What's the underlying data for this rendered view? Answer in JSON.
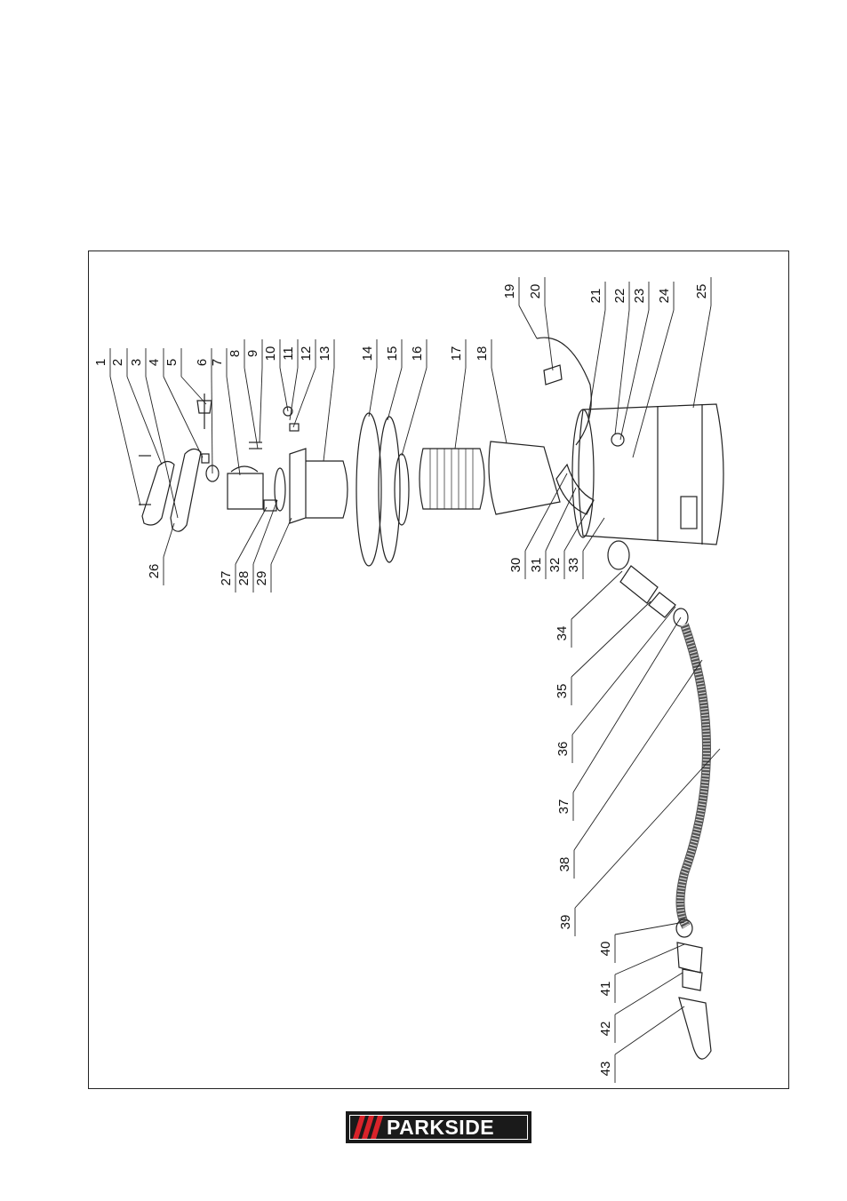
{
  "diagram": {
    "part_numbers": [
      "1",
      "2",
      "3",
      "4",
      "5",
      "6",
      "7",
      "8",
      "9",
      "10",
      "11",
      "12",
      "13",
      "14",
      "15",
      "16",
      "17",
      "18",
      "19",
      "20",
      "21",
      "22",
      "23",
      "24",
      "25",
      "26",
      "27",
      "28",
      "29",
      "30",
      "31",
      "32",
      "33",
      "34",
      "35",
      "36",
      "37",
      "38",
      "39",
      "40",
      "41",
      "42",
      "43"
    ]
  },
  "brand": {
    "name": "PARKSIDE",
    "color": "#1a1a1a",
    "slash_color": "#d9232a"
  }
}
